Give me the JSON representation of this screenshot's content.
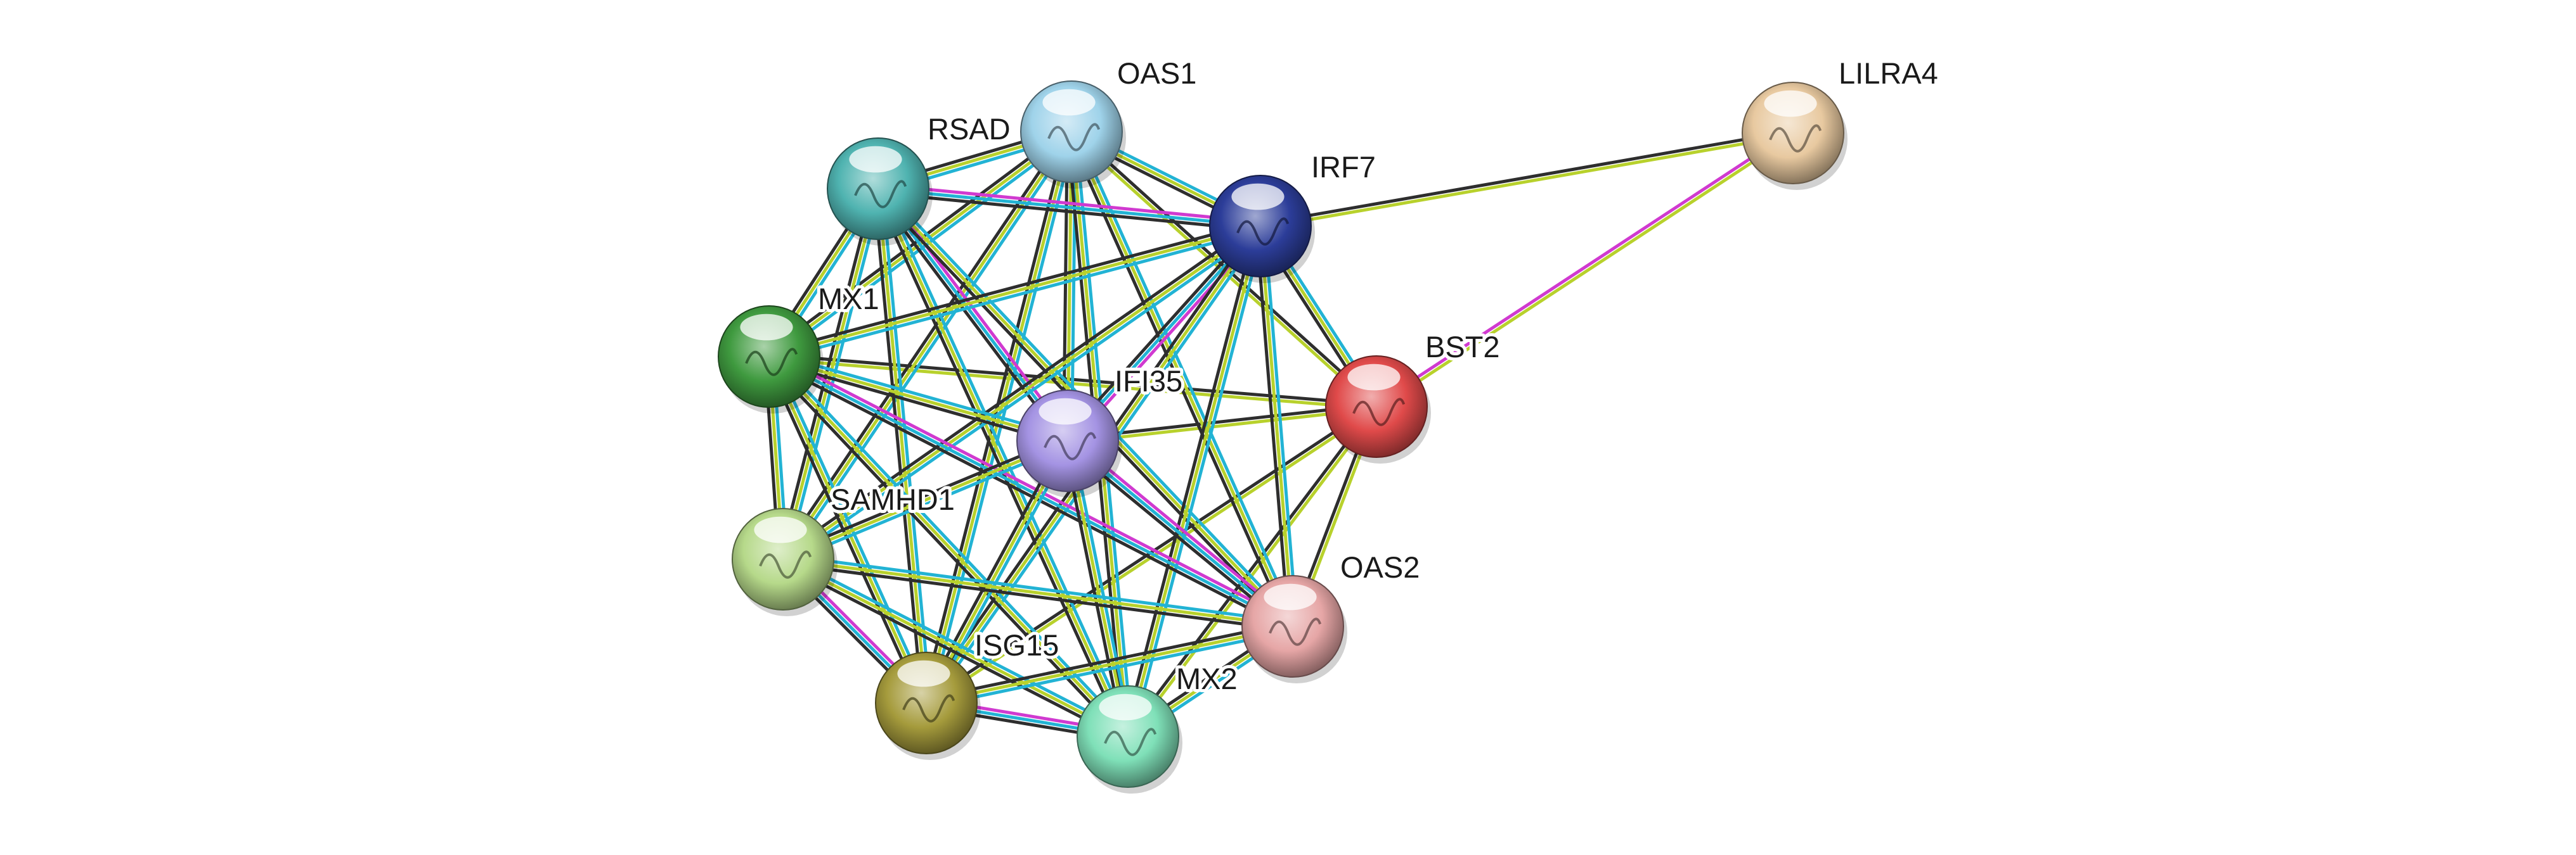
{
  "network": {
    "nodes": [
      {
        "id": "OAS1",
        "label": "OAS1",
        "color": "#9fd3ea"
      },
      {
        "id": "RSAD",
        "label": "RSAD",
        "color": "#4fb3b0"
      },
      {
        "id": "IRF7",
        "label": "IRF7",
        "color": "#2c3d99"
      },
      {
        "id": "LILRA4",
        "label": "LILRA4",
        "color": "#e8c9a0"
      },
      {
        "id": "MX1",
        "label": "MX1",
        "color": "#3f9a3f"
      },
      {
        "id": "BST2",
        "label": "BST2",
        "color": "#e04a4a"
      },
      {
        "id": "IFI35",
        "label": "IFI35",
        "color": "#a493e3"
      },
      {
        "id": "SAMHD1",
        "label": "SAMHD1",
        "color": "#b6d98a"
      },
      {
        "id": "OAS2",
        "label": "OAS2",
        "color": "#e6a6a6"
      },
      {
        "id": "ISG15",
        "label": "ISG15",
        "color": "#a59b3c"
      },
      {
        "id": "MX2",
        "label": "MX2",
        "color": "#7fe0b8"
      }
    ],
    "edges": [
      {
        "source": "IRF7",
        "target": "LILRA4",
        "evidence": [
          "coexpression",
          "textmining"
        ]
      },
      {
        "source": "BST2",
        "target": "LILRA4",
        "evidence": [
          "experimental",
          "textmining"
        ]
      },
      {
        "source": "IRF7",
        "target": "BST2",
        "evidence": [
          "database",
          "textmining",
          "coexpression"
        ]
      },
      {
        "source": "BST2",
        "target": "IFI35",
        "evidence": [
          "textmining",
          "coexpression"
        ]
      },
      {
        "source": "BST2",
        "target": "OAS2",
        "evidence": [
          "textmining",
          "coexpression"
        ]
      },
      {
        "source": "BST2",
        "target": "MX2",
        "evidence": [
          "textmining",
          "coexpression"
        ]
      },
      {
        "source": "BST2",
        "target": "ISG15",
        "evidence": [
          "textmining",
          "coexpression"
        ]
      },
      {
        "source": "BST2",
        "target": "OAS1",
        "evidence": [
          "textmining",
          "coexpression"
        ]
      },
      {
        "source": "BST2",
        "target": "MX1",
        "evidence": [
          "textmining",
          "coexpression"
        ]
      },
      {
        "source": "OAS1",
        "target": "RSAD",
        "evidence": [
          "database",
          "textmining",
          "coexpression"
        ]
      },
      {
        "source": "OAS1",
        "target": "IRF7",
        "evidence": [
          "database",
          "textmining",
          "coexpression"
        ]
      },
      {
        "source": "OAS1",
        "target": "MX1",
        "evidence": [
          "database",
          "textmining",
          "coexpression"
        ]
      },
      {
        "source": "OAS1",
        "target": "IFI35",
        "evidence": [
          "database",
          "textmining",
          "coexpression"
        ]
      },
      {
        "source": "OAS1",
        "target": "SAMHD1",
        "evidence": [
          "database",
          "textmining",
          "coexpression"
        ]
      },
      {
        "source": "OAS1",
        "target": "OAS2",
        "evidence": [
          "database",
          "textmining",
          "coexpression"
        ]
      },
      {
        "source": "OAS1",
        "target": "ISG15",
        "evidence": [
          "database",
          "textmining",
          "coexpression"
        ]
      },
      {
        "source": "OAS1",
        "target": "MX2",
        "evidence": [
          "database",
          "textmining",
          "coexpression"
        ]
      },
      {
        "source": "RSAD",
        "target": "IRF7",
        "evidence": [
          "experimental",
          "database",
          "coexpression"
        ]
      },
      {
        "source": "RSAD",
        "target": "MX1",
        "evidence": [
          "database",
          "textmining",
          "coexpression"
        ]
      },
      {
        "source": "RSAD",
        "target": "IFI35",
        "evidence": [
          "experimental",
          "database",
          "coexpression"
        ]
      },
      {
        "source": "RSAD",
        "target": "SAMHD1",
        "evidence": [
          "database",
          "textmining",
          "coexpression"
        ]
      },
      {
        "source": "RSAD",
        "target": "OAS2",
        "evidence": [
          "database",
          "textmining",
          "coexpression"
        ]
      },
      {
        "source": "RSAD",
        "target": "ISG15",
        "evidence": [
          "database",
          "textmining",
          "coexpression"
        ]
      },
      {
        "source": "RSAD",
        "target": "MX2",
        "evidence": [
          "database",
          "textmining",
          "coexpression"
        ]
      },
      {
        "source": "IRF7",
        "target": "MX1",
        "evidence": [
          "database",
          "textmining",
          "coexpression"
        ]
      },
      {
        "source": "IRF7",
        "target": "IFI35",
        "evidence": [
          "experimental",
          "database",
          "coexpression"
        ]
      },
      {
        "source": "IRF7",
        "target": "SAMHD1",
        "evidence": [
          "database",
          "textmining",
          "coexpression"
        ]
      },
      {
        "source": "IRF7",
        "target": "OAS2",
        "evidence": [
          "database",
          "textmining",
          "coexpression"
        ]
      },
      {
        "source": "IRF7",
        "target": "ISG15",
        "evidence": [
          "database",
          "textmining",
          "coexpression"
        ]
      },
      {
        "source": "IRF7",
        "target": "MX2",
        "evidence": [
          "database",
          "textmining",
          "coexpression"
        ]
      },
      {
        "source": "MX1",
        "target": "IFI35",
        "evidence": [
          "database",
          "textmining",
          "coexpression"
        ]
      },
      {
        "source": "MX1",
        "target": "SAMHD1",
        "evidence": [
          "database",
          "textmining",
          "coexpression"
        ]
      },
      {
        "source": "MX1",
        "target": "OAS2",
        "evidence": [
          "experimental",
          "database",
          "coexpression"
        ]
      },
      {
        "source": "MX1",
        "target": "ISG15",
        "evidence": [
          "database",
          "textmining",
          "coexpression"
        ]
      },
      {
        "source": "MX1",
        "target": "MX2",
        "evidence": [
          "database",
          "textmining",
          "coexpression"
        ]
      },
      {
        "source": "IFI35",
        "target": "SAMHD1",
        "evidence": [
          "database",
          "textmining",
          "coexpression"
        ]
      },
      {
        "source": "IFI35",
        "target": "OAS2",
        "evidence": [
          "experimental",
          "database",
          "coexpression"
        ]
      },
      {
        "source": "IFI35",
        "target": "ISG15",
        "evidence": [
          "database",
          "textmining",
          "coexpression"
        ]
      },
      {
        "source": "IFI35",
        "target": "MX2",
        "evidence": [
          "database",
          "textmining",
          "coexpression"
        ]
      },
      {
        "source": "SAMHD1",
        "target": "OAS2",
        "evidence": [
          "database",
          "textmining",
          "coexpression"
        ]
      },
      {
        "source": "SAMHD1",
        "target": "ISG15",
        "evidence": [
          "experimental",
          "database",
          "coexpression"
        ]
      },
      {
        "source": "SAMHD1",
        "target": "MX2",
        "evidence": [
          "database",
          "textmining",
          "coexpression"
        ]
      },
      {
        "source": "OAS2",
        "target": "ISG15",
        "evidence": [
          "database",
          "textmining",
          "coexpression"
        ]
      },
      {
        "source": "OAS2",
        "target": "MX2",
        "evidence": [
          "database",
          "textmining",
          "coexpression"
        ]
      },
      {
        "source": "ISG15",
        "target": "MX2",
        "evidence": [
          "experimental",
          "database",
          "coexpression"
        ]
      }
    ],
    "evidence_colors": {
      "experimental": "#d03ad0",
      "database": "#22b3d4",
      "textmining": "#b8d12c",
      "coexpression": "#2e2e2e"
    }
  }
}
